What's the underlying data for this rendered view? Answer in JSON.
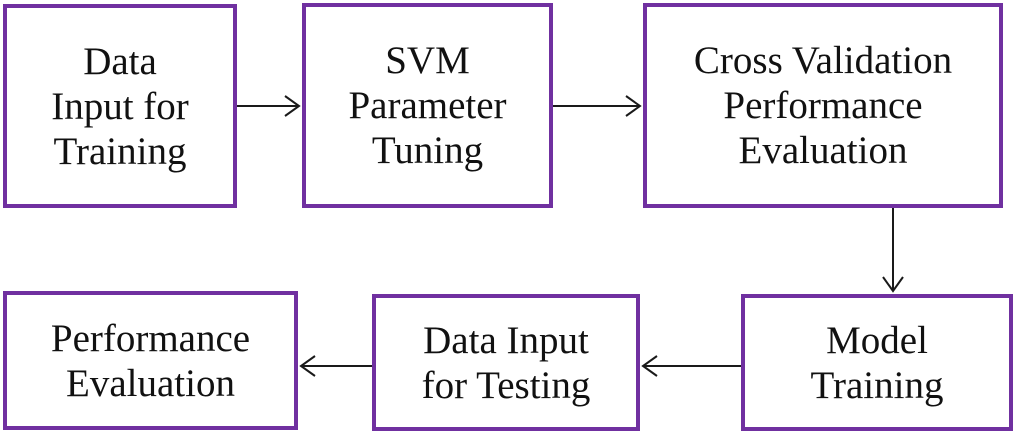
{
  "diagram": {
    "nodes": [
      {
        "id": "data-input-training",
        "lines": [
          "Data",
          "Input for",
          "Training"
        ]
      },
      {
        "id": "svm-parameter-tuning",
        "lines": [
          "SVM",
          "Parameter",
          "Tuning"
        ]
      },
      {
        "id": "cross-validation",
        "lines": [
          "Cross Validation",
          "Performance",
          "Evaluation"
        ]
      },
      {
        "id": "model-training",
        "lines": [
          "Model",
          "Training"
        ]
      },
      {
        "id": "data-input-testing",
        "lines": [
          "Data Input",
          "for Testing"
        ]
      },
      {
        "id": "performance-evaluation",
        "lines": [
          "Performance",
          "Evaluation"
        ]
      }
    ],
    "edges": [
      {
        "from": "data-input-training",
        "to": "svm-parameter-tuning"
      },
      {
        "from": "svm-parameter-tuning",
        "to": "cross-validation"
      },
      {
        "from": "cross-validation",
        "to": "model-training"
      },
      {
        "from": "model-training",
        "to": "data-input-testing"
      },
      {
        "from": "data-input-testing",
        "to": "performance-evaluation"
      }
    ],
    "colors": {
      "box_border": "#7030a0",
      "arrow": "#1a1a1a",
      "text": "#111111"
    }
  }
}
